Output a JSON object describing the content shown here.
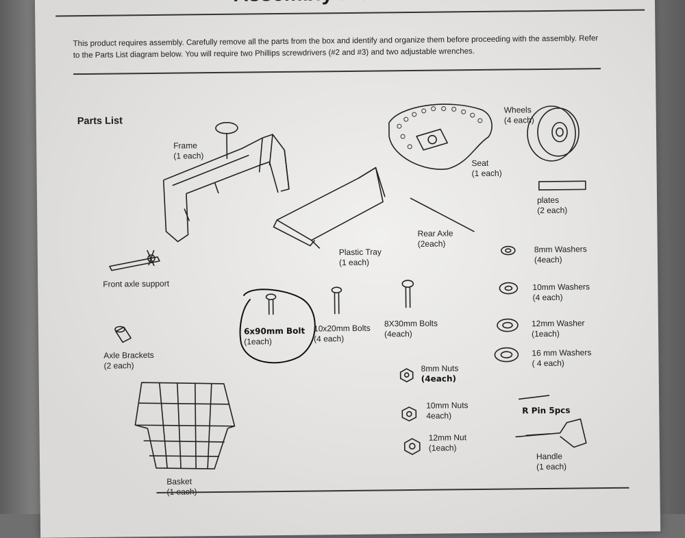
{
  "title": "Assembly Instructions",
  "intro": "This product requires assembly. Carefully remove all the parts from the box and identify and organize them before proceeding with the assembly. Refer to the Parts List diagram below. You will require two Phillips screwdrivers (#2 and #3) and two adjustable wrenches.",
  "parts_heading": "Parts List",
  "parts": {
    "frame": {
      "name": "Frame",
      "count": "(1 each)"
    },
    "wheels": {
      "name": "Wheels",
      "count": "(4 each)"
    },
    "seat": {
      "name": "Seat",
      "count": "(1 each)"
    },
    "plates": {
      "name": "plates",
      "count": "(2 each)"
    },
    "rear_axle": {
      "name": "Rear Axle",
      "count": "(2each)"
    },
    "plastic_tray": {
      "name": "Plastic Tray",
      "count": "(1 each)"
    },
    "front_axle_support": {
      "name": "Front axle support"
    },
    "washers_8mm": {
      "name": "8mm Washers",
      "count": "(4each)"
    },
    "washers_10mm": {
      "name": "10mm Washers",
      "count": "(4 each)"
    },
    "washer_12mm": {
      "name": "12mm Washer",
      "count": "(1each)"
    },
    "washers_16mm": {
      "name": "16 mm Washers",
      "count": "( 4 each)"
    },
    "bolt_6x90": {
      "name": "6x90mm Bolt",
      "count": "(1each)"
    },
    "bolts_10x20": {
      "name": "10x20mm Bolts",
      "count": "(4 each)"
    },
    "bolts_8x30": {
      "name": "8X30mm Bolts",
      "count": "(4each)"
    },
    "axle_brackets": {
      "name": "Axle Brackets",
      "count": "(2 each)"
    },
    "nuts_8mm": {
      "name": "8mm Nuts",
      "count": "(4each)"
    },
    "nuts_10mm": {
      "name": "10mm Nuts",
      "count": "4each)"
    },
    "nut_12mm": {
      "name": "12mm Nut",
      "count": "(1each)"
    },
    "r_pin": {
      "name": "R Pin 5pcs"
    },
    "handle": {
      "name": "Handle",
      "count": "(1 each)"
    },
    "basket": {
      "name": "Basket",
      "count": "(1 each)"
    }
  }
}
